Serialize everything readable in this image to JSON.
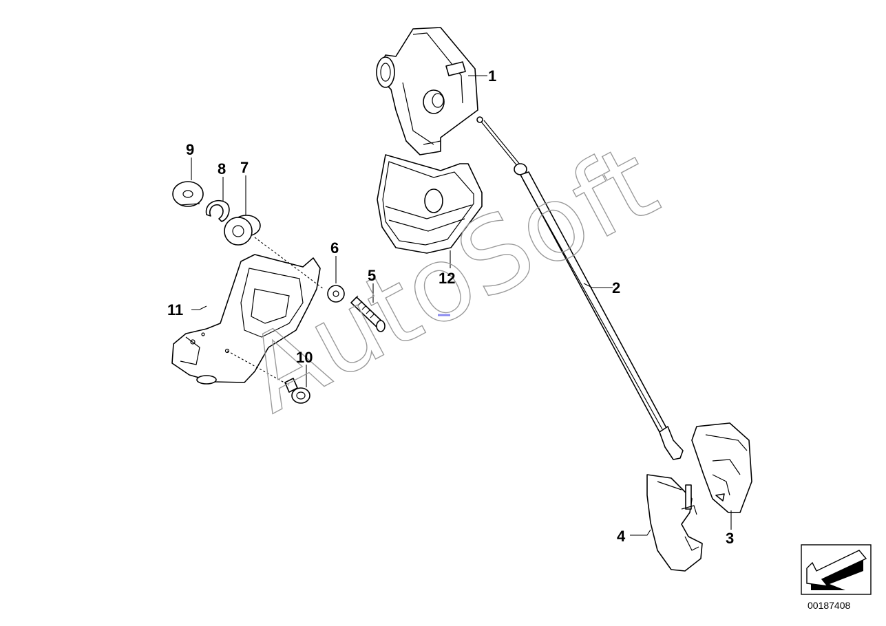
{
  "diagram": {
    "watermark": "AutoSoft",
    "part_number": "00187408",
    "callouts": [
      {
        "id": "1",
        "text": "1"
      },
      {
        "id": "2",
        "text": "2"
      },
      {
        "id": "3",
        "text": "3"
      },
      {
        "id": "4",
        "text": "4"
      },
      {
        "id": "5",
        "text": "5"
      },
      {
        "id": "6",
        "text": "6"
      },
      {
        "id": "7",
        "text": "7"
      },
      {
        "id": "8",
        "text": "8"
      },
      {
        "id": "9",
        "text": "9"
      },
      {
        "id": "10",
        "text": "10"
      },
      {
        "id": "11",
        "text": "11"
      },
      {
        "id": "12",
        "text": "12"
      }
    ]
  }
}
